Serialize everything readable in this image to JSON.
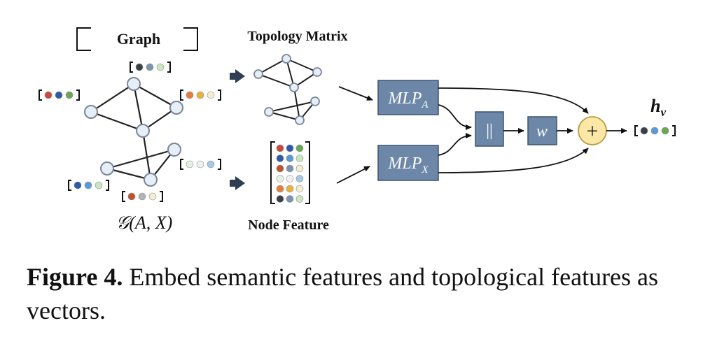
{
  "labels": {
    "graph": "Graph",
    "topology": "Topology Matrix",
    "node_feature": "Node Feature",
    "graph_symbol": "𝒢(A, X)",
    "mlp_a_base": "MLP",
    "mlp_a_sub": "A",
    "mlp_x_base": "MLP",
    "mlp_x_sub": "X",
    "concat": "||",
    "weight": "w",
    "plus": "+",
    "output_base": "h",
    "output_sub": "v"
  },
  "caption": {
    "lead": "Figure 4.",
    "text": " Embed semantic features and topological features as vectors."
  },
  "colors": {
    "box_fill": "#6d87a8",
    "box_stroke": "#3d5370",
    "node_fill": "#e6eef7",
    "node_stroke": "#7a8699",
    "plus_fill": "#fbe7a6",
    "plus_stroke": "#b99a3e",
    "arrow": "#2f3e52",
    "edge": "#222222",
    "text": "#111111"
  },
  "dot_palette": {
    "red": "#c84a3a",
    "blue": "#2e5aa6",
    "green": "#6aa84f",
    "dark": "#3c3f46",
    "steel": "#7d94ad",
    "mint": "#c9e6c0",
    "orange": "#e67e3a",
    "gold": "#e8b23c",
    "cream": "#f6edd0",
    "rust": "#c0542b",
    "grey": "#b1b3b6",
    "pale": "#e5f1e2",
    "white": "#f0f0f0",
    "sky": "#a9c8e6",
    "midblue": "#5b9bd5"
  },
  "node_vectors": [
    [
      "dark",
      "steel",
      "mint"
    ],
    [
      "red",
      "blue",
      "green"
    ],
    [
      "orange",
      "gold",
      "cream"
    ],
    [
      "pale",
      "white",
      "sky"
    ],
    [
      "blue",
      "midblue",
      "mint"
    ],
    [
      "rust",
      "grey",
      "cream"
    ]
  ],
  "feature_matrix": [
    [
      "red",
      "blue",
      "green"
    ],
    [
      "blue",
      "midblue",
      "mint"
    ],
    [
      "rust",
      "steel",
      "cream"
    ],
    [
      "pale",
      "white",
      "sky"
    ],
    [
      "orange",
      "gold",
      "cream"
    ],
    [
      "dark",
      "steel",
      "mint"
    ]
  ],
  "output_vector": [
    "dark",
    "midblue",
    "green"
  ]
}
